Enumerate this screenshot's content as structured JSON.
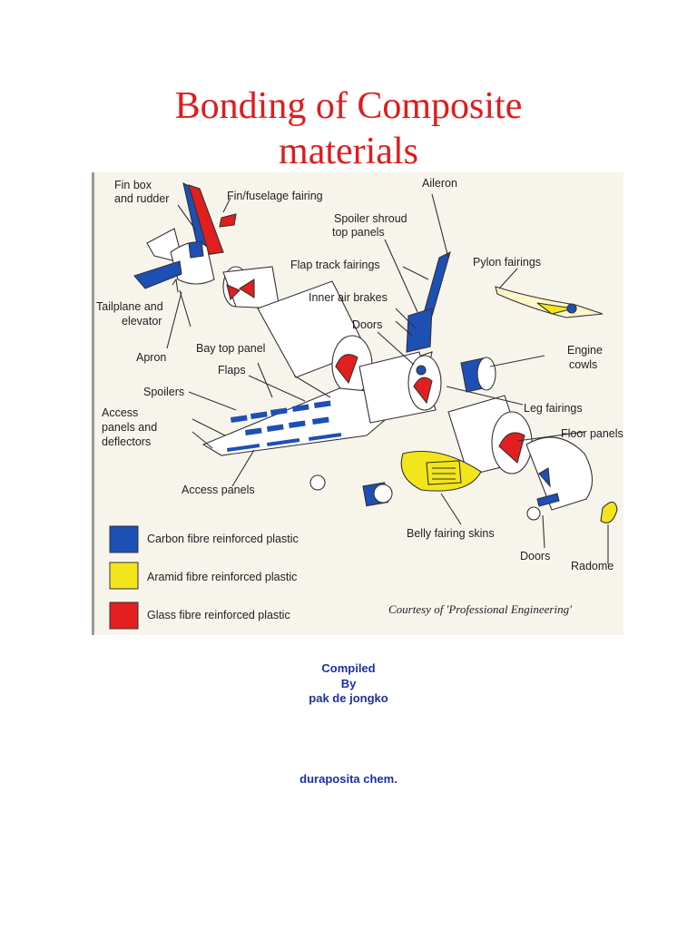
{
  "title": {
    "line1": "Bonding of Composite",
    "line2": "materials"
  },
  "figure": {
    "labels": {
      "fin_box_1": "Fin box",
      "fin_box_2": "and rudder",
      "fin_fuselage": "Fin/fuselage fairing",
      "aileron": "Aileron",
      "spoiler_shroud_1": "Spoiler shroud",
      "spoiler_shroud_2": "top panels",
      "flap_track": "Flap track fairings",
      "pylon": "Pylon fairings",
      "tailplane_1": "Tailplane and",
      "tailplane_2": "elevator",
      "inner_air_brakes": "Inner air brakes",
      "doors_top": "Doors",
      "apron": "Apron",
      "bay_top_panel": "Bay top panel",
      "engine_1": "Engine",
      "engine_2": "cowls",
      "flaps": "Flaps",
      "spoilers": "Spoilers",
      "leg_fairings": "Leg fairings",
      "access_1": "Access",
      "access_2": "panels and",
      "access_3": "deflectors",
      "floor_panels": "Floor panels",
      "access_panels": "Access panels",
      "belly": "Belly fairing skins",
      "doors_bottom": "Doors",
      "radome": "Radome"
    },
    "legend": [
      {
        "label": "Carbon fibre reinforced plastic",
        "color": "#1d4fb5"
      },
      {
        "label": "Aramid fibre reinforced plastic",
        "color": "#f3e51b"
      },
      {
        "label": "Glass fibre reinforced plastic",
        "color": "#e21e1e"
      }
    ],
    "courtesy": "Courtesy of 'Professional Engineering'"
  },
  "credits": {
    "line1": "Compiled",
    "line2": "By",
    "line3": "pak de jongko"
  },
  "company": "duraposita chem."
}
